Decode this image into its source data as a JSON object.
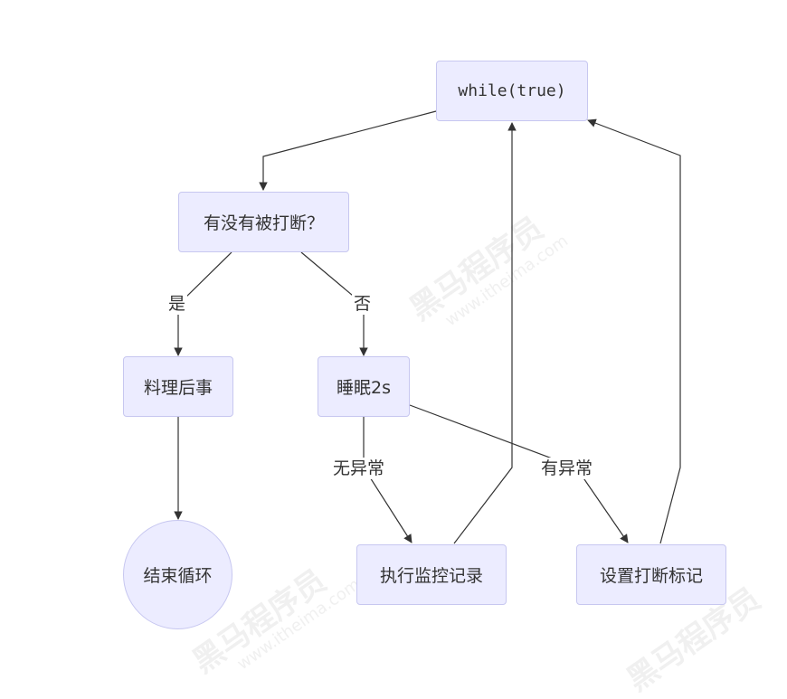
{
  "nodes": {
    "while_true": "while(true)",
    "interrupted_check": "有没有被打断？",
    "cleanup": "料理后事",
    "sleep": "睡眠2s",
    "end_loop": "结束循环",
    "log_monitor": "执行监控记录",
    "set_flag": "设置打断标记"
  },
  "edges": {
    "yes": "是",
    "no": "否",
    "no_exception": "无异常",
    "has_exception": "有异常"
  },
  "watermark": {
    "brand": "黑马程序员",
    "url": "www.itheima.com"
  }
}
